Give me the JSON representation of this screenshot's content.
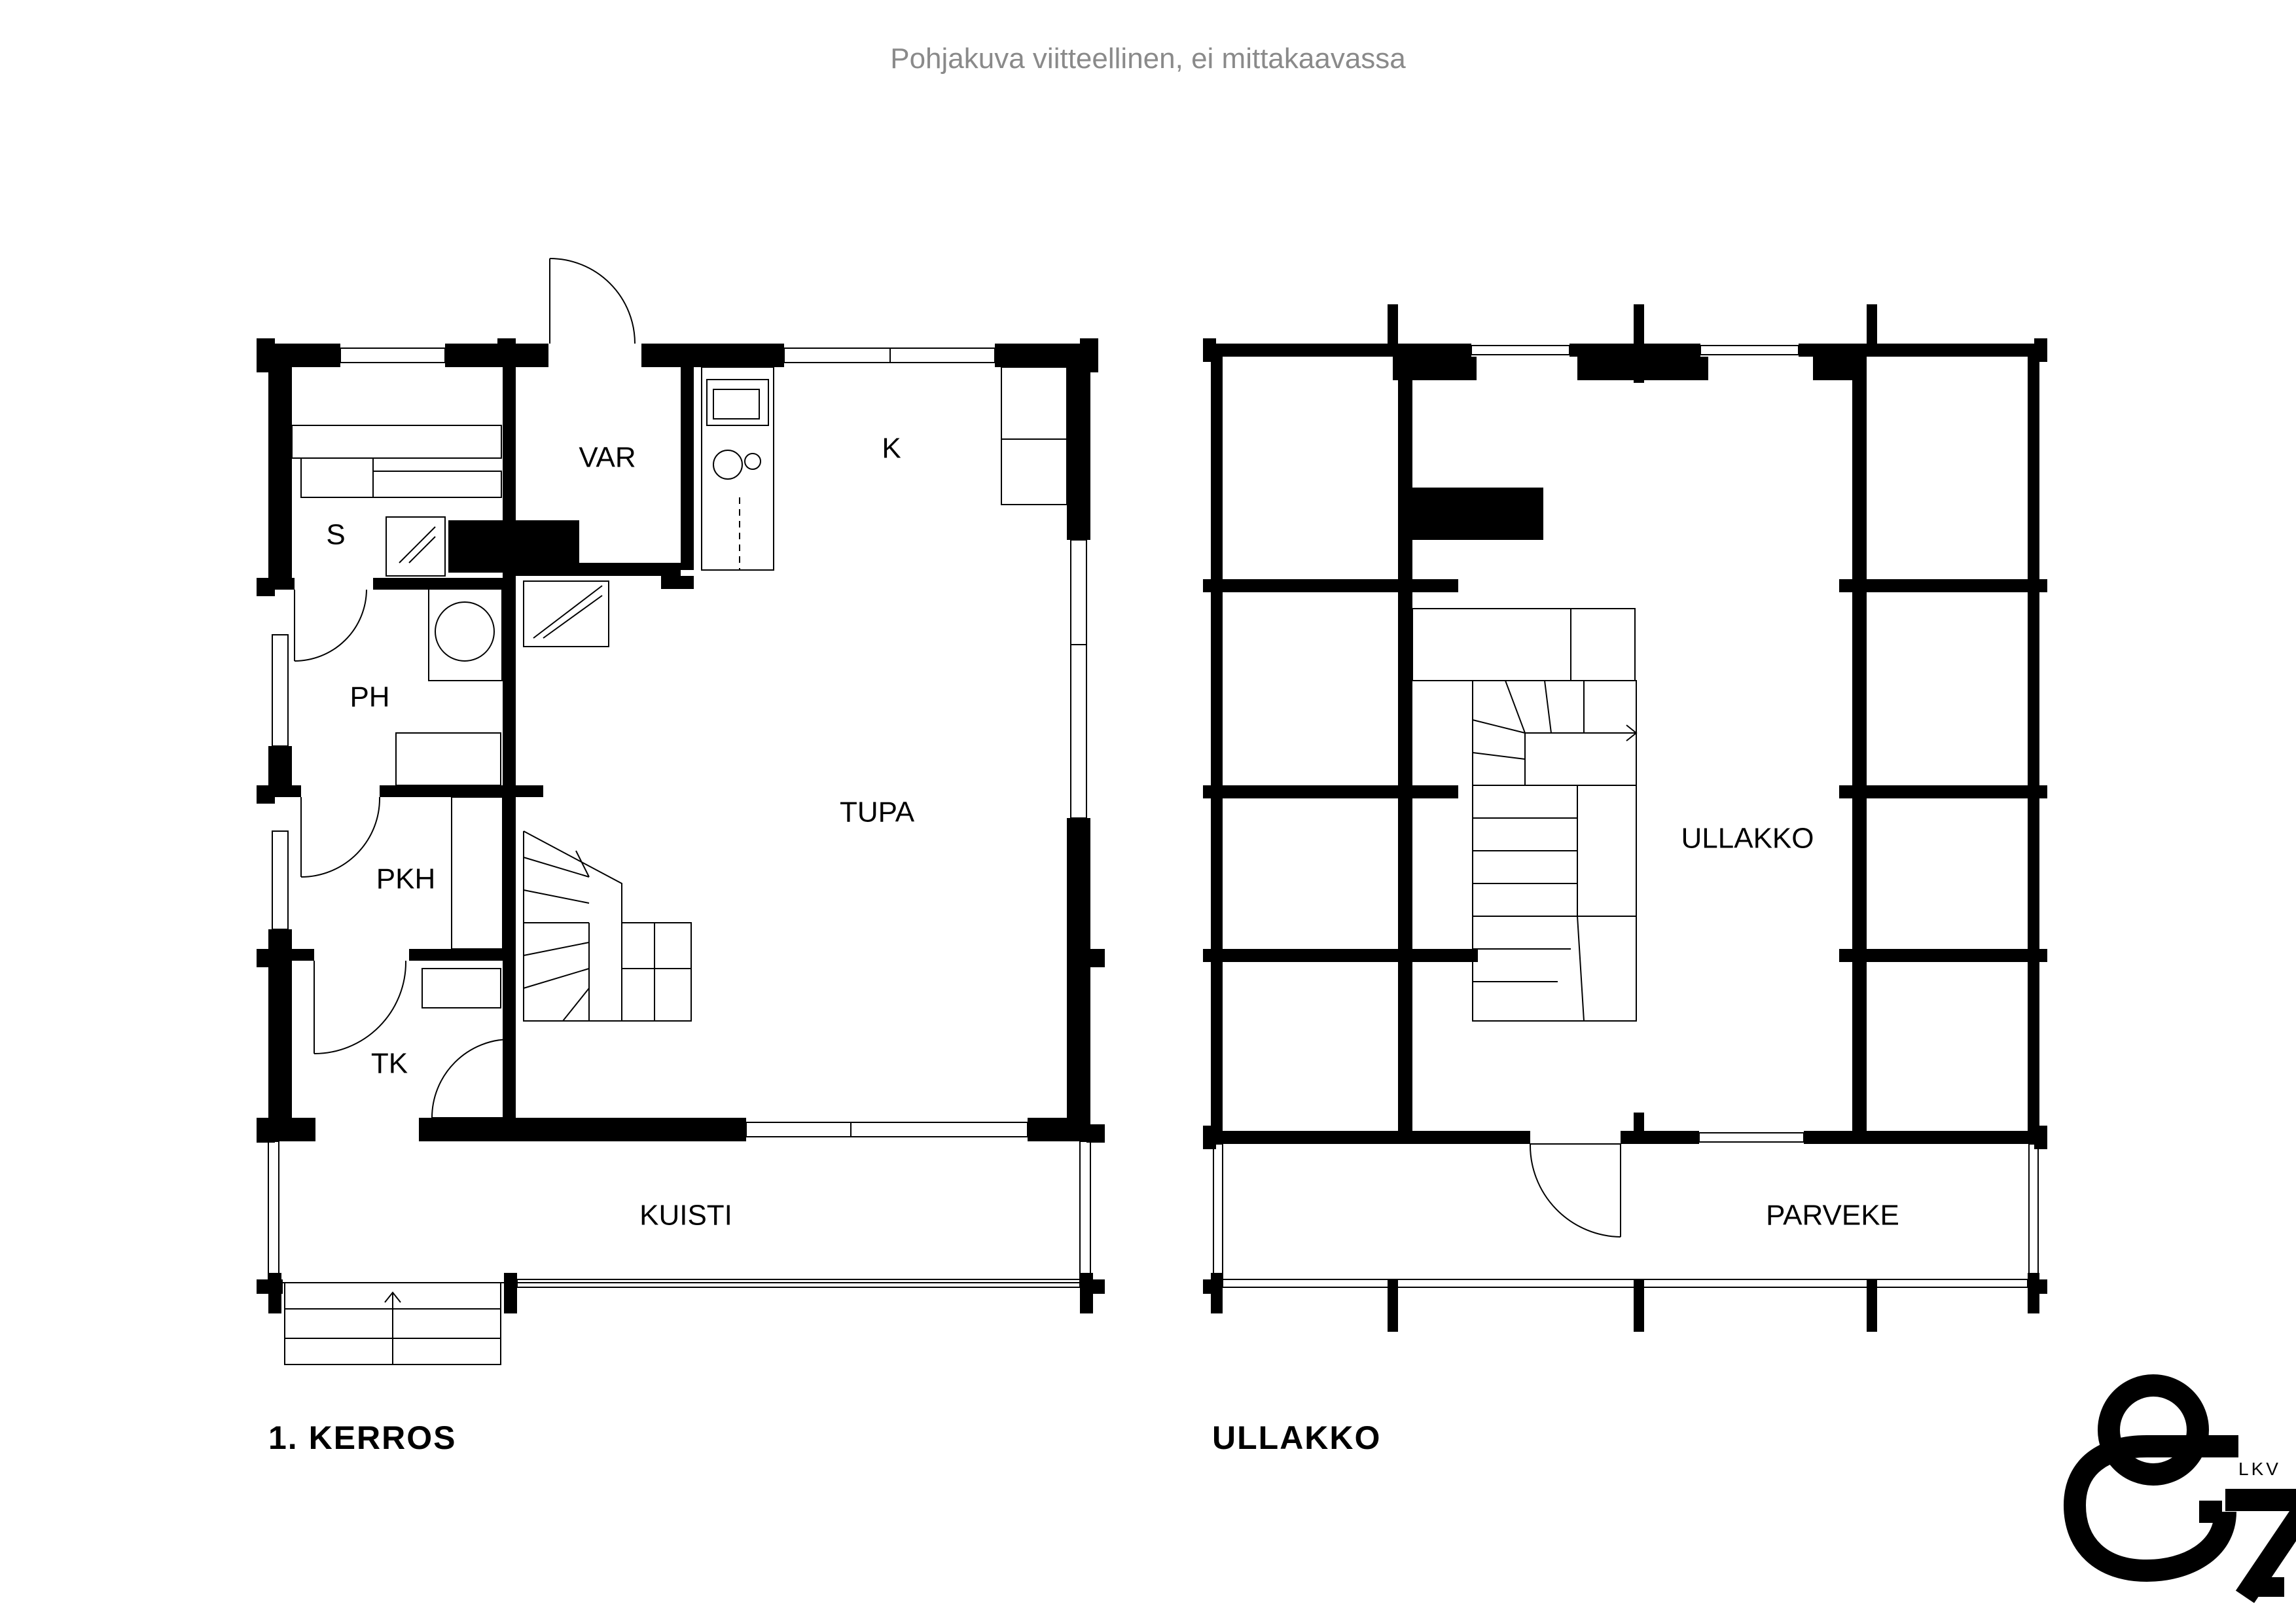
{
  "disclaimer": "Pohjakuva viitteellinen, ei mittakaavassa",
  "floors": {
    "ground": {
      "title": "1.  KERROS",
      "rooms": {
        "var": "VAR",
        "k": "K",
        "s": "S",
        "ph": "PH",
        "tupa": "TUPA",
        "pkh": "PKH",
        "tk": "TK",
        "kuisti": "KUISTI"
      }
    },
    "attic": {
      "title": "ULLAKKO",
      "rooms": {
        "ullakko": "ULLAKKO",
        "parveke": "PARVEKE"
      }
    }
  },
  "logo": {
    "mark": "87",
    "text": "LKV"
  }
}
